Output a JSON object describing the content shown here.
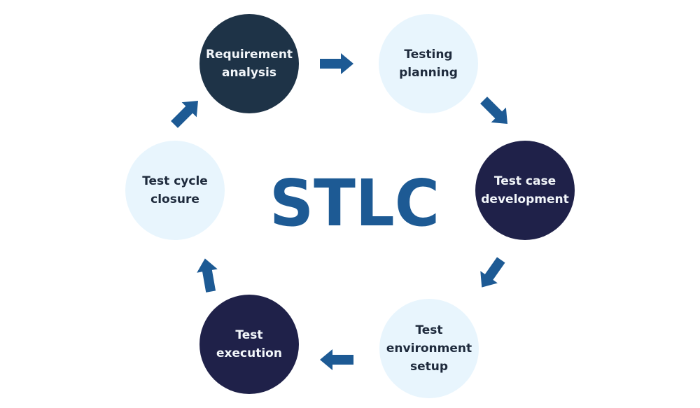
{
  "title": "STLC",
  "colors": {
    "accent": "#1d5a94",
    "dark_1": "#1e3347",
    "dark_2": "#1f2149",
    "light": "#e8f5fd"
  },
  "stages": [
    {
      "label": "Requirement\nanalysis"
    },
    {
      "label": "Testing\nplanning"
    },
    {
      "label": "Test case\ndevelopment"
    },
    {
      "label": "Test\nenvironment\nsetup"
    },
    {
      "label": "Test\nexecution"
    },
    {
      "label": "Test cycle\nclosure"
    }
  ]
}
